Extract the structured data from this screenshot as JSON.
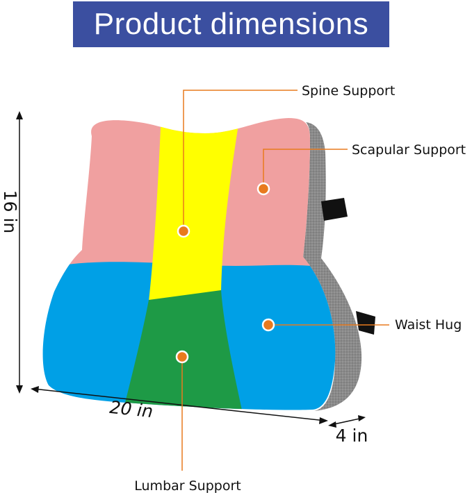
{
  "title": "Product dimensions",
  "dimensions": {
    "height": "16 in",
    "width": "20 in",
    "depth": "4 in"
  },
  "callouts": {
    "spine": "Spine Support",
    "scapular": "Scapular Support",
    "waist": "Waist Hug",
    "lumbar": "Lumbar Support"
  },
  "colors": {
    "banner": "#3b4fa0",
    "scapular_zone": "#f0a0a0",
    "spine_zone": "#ffff00",
    "waist_zone": "#00a0e6",
    "lumbar_zone": "#1e9a46",
    "side_panel": "#8a8a8a",
    "callout_line": "#e87a1e",
    "strap": "#111111"
  }
}
